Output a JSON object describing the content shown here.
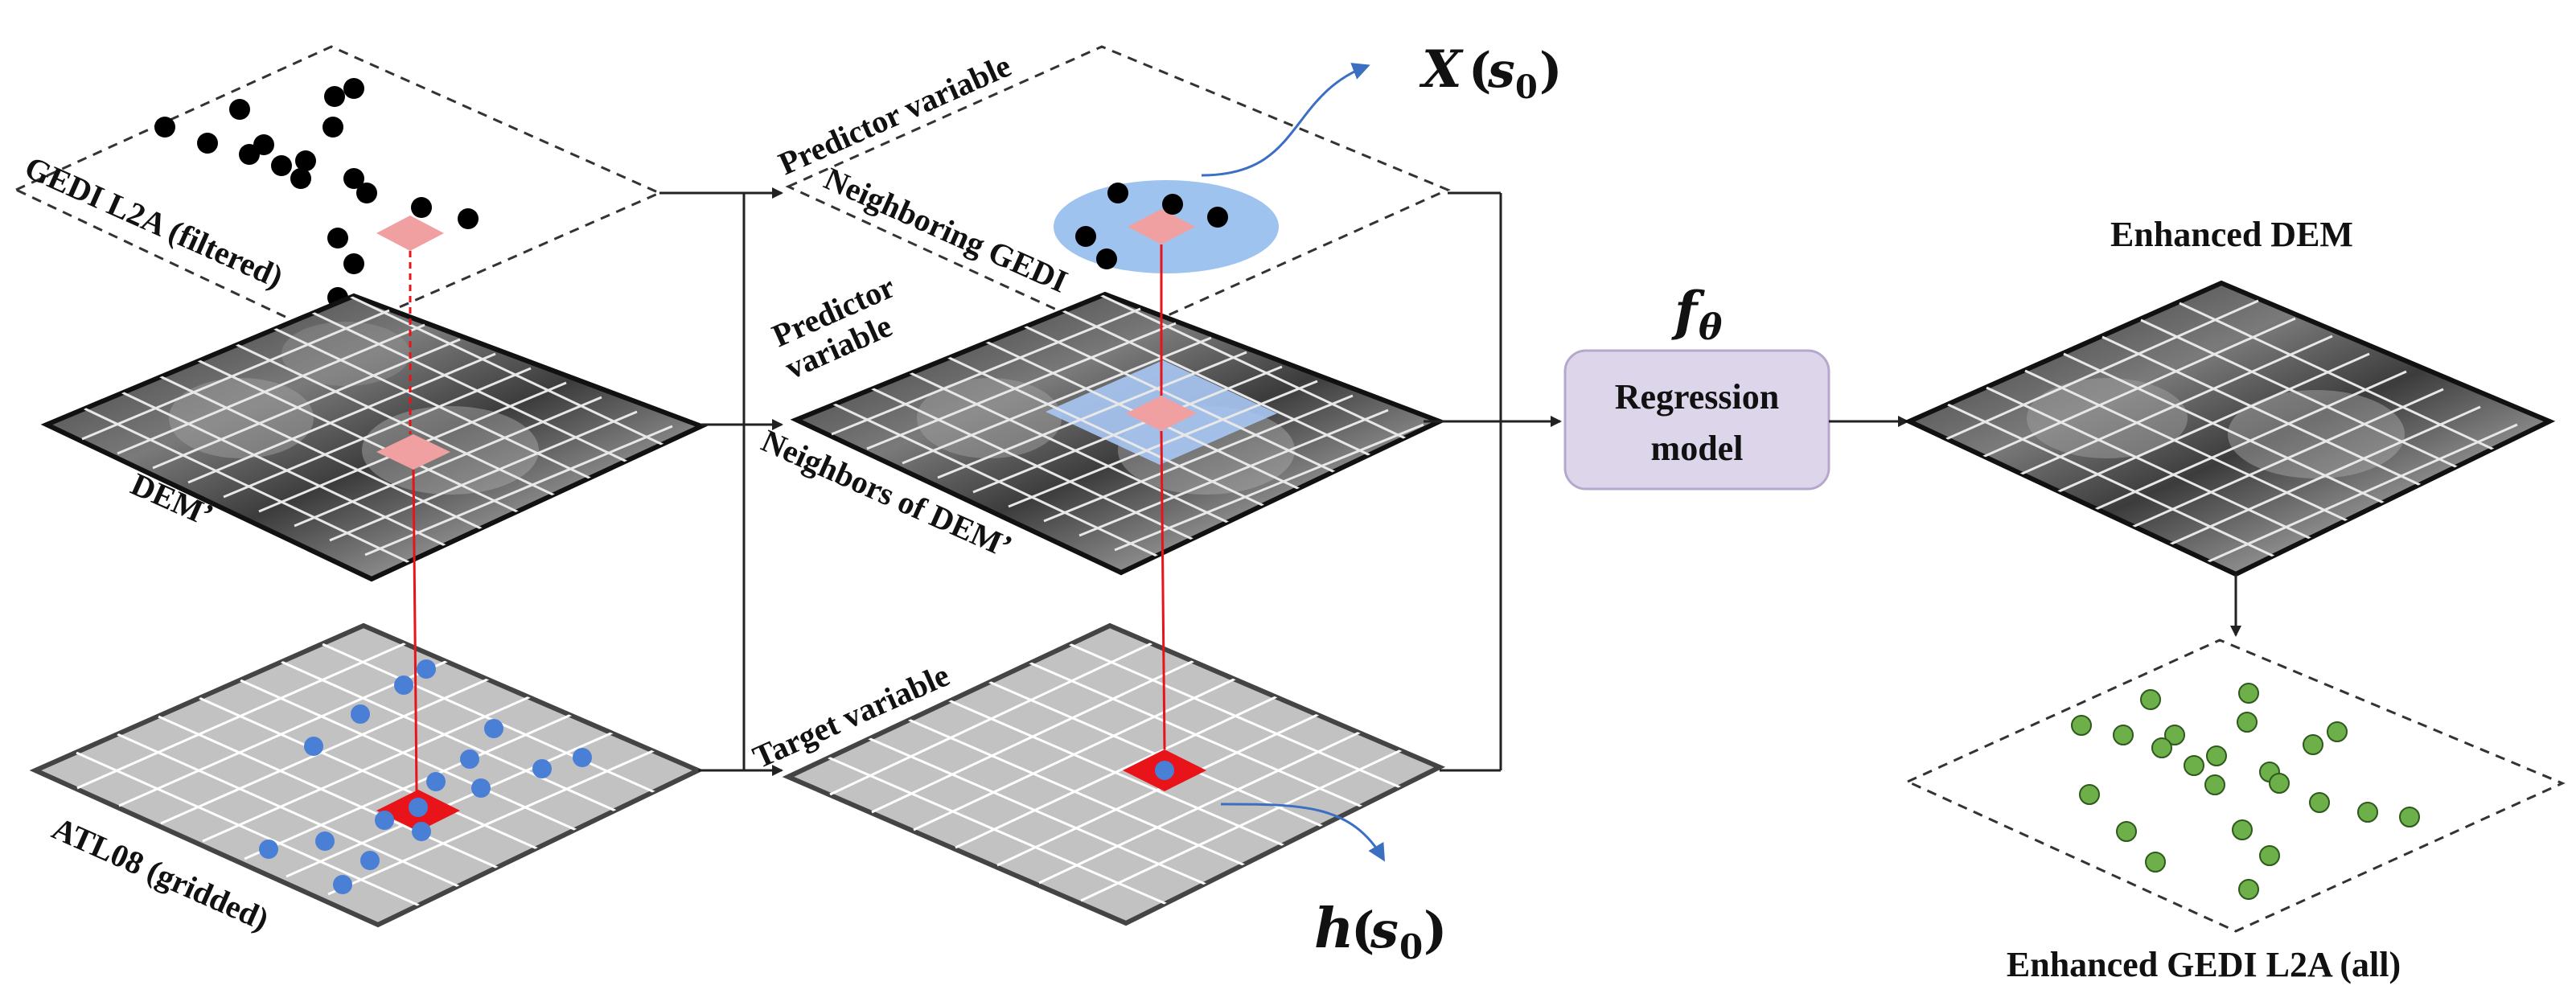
{
  "labels": {
    "gedi_filtered": "GEDI L2A (filtered)",
    "dem_prime": "DEM’",
    "atl08_gridded": "ATL08 (gridded)",
    "predictor_variable_top": "Predictor variable",
    "neighboring_gedi": "Neighboring GEDI",
    "predictor_variable_mid_1": "Predictor",
    "predictor_variable_mid_2": "variable",
    "neighbors_of_dem": "Neighbors of DEM’",
    "target_variable": "Target variable",
    "x_s0_main": "X",
    "x_s0_paren_open": "(",
    "x_s0_var": "s",
    "x_s0_sub": "0",
    "x_s0_paren_close": ")",
    "h_s0_main": "h",
    "h_s0_paren_open": "(",
    "h_s0_var": "s",
    "h_s0_sub": "0",
    "h_s0_paren_close": ")",
    "f_theta_main": "f",
    "f_theta_sub": "θ",
    "regression_line1": "Regression",
    "regression_line2": "model",
    "enhanced_dem": "Enhanced DEM",
    "enhanced_gedi_all": "Enhanced GEDI L2A (all)"
  },
  "colors": {
    "black_point": "#000000",
    "blue_point": "#4a7fd6",
    "green_point": "#6db04a",
    "pink_cell": "#f0a0a0",
    "red_cell": "#e8141a",
    "blue_halo": "#9fc3ef",
    "light_blue_cell": "#a8c8f5",
    "regression_fill": "#ddd5ea",
    "regression_stroke": "#b6a8cc",
    "arrow_blue": "#3b6fc2",
    "grid_gray": "#b6b6b6"
  },
  "icons": {
    "gedi_points": "black-dot",
    "atl08_points": "blue-dot",
    "enhanced_points": "green-dot"
  }
}
